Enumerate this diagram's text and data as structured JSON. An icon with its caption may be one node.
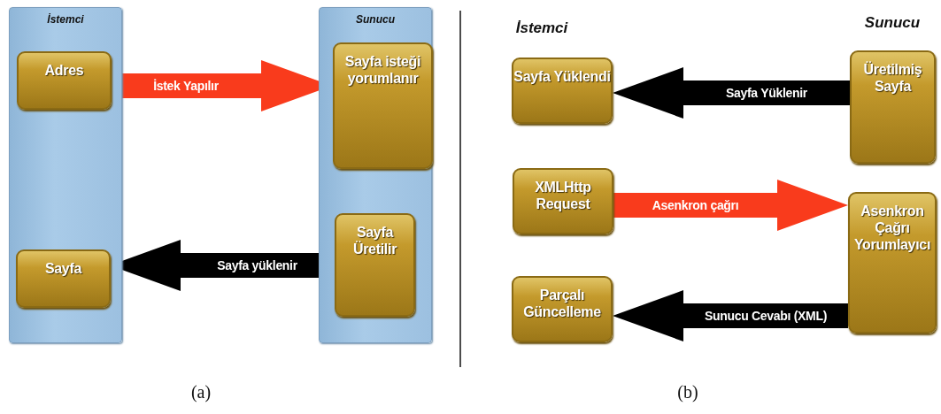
{
  "diagram": {
    "nodes": [
      {
        "text": [
          "İstemci"
        ]
      },
      {
        "text": [
          "Adres"
        ],
        "in": 0
      },
      {
        "text": [
          "Sayfa"
        ],
        "in": 0
      },
      {
        "text": [
          "Sunucu"
        ]
      },
      {
        "text": [
          "Sayfa isteği yorumlanır"
        ],
        "in": 3
      },
      {
        "text": [
          "Sayfa Üretilir"
        ],
        "in": 3
      },
      {
        "text": [
          "Sayfa Yüklendi"
        ]
      },
      {
        "text": [
          "XMLHttp Request"
        ]
      },
      {
        "text": [
          "Parçalı Güncelleme"
        ]
      },
      {
        "text": [
          "Üretilmiş Sayfa"
        ]
      },
      {
        "text": [
          "Asenkron Çağrı Yorumlayıcı"
        ]
      }
    ],
    "edges": [
      {
        "from": 1,
        "to": 4,
        "arrow": "to",
        "label": "İstek Yapılır",
        "color": "#f93b1c"
      },
      {
        "from": 5,
        "to": 2,
        "arrow": "to",
        "label": "Sayfa yüklenir"
      },
      {
        "from": 9,
        "to": 6,
        "arrow": "to",
        "label": "Sayfa Yüklenir"
      },
      {
        "from": 7,
        "to": 10,
        "arrow": "to",
        "label": "Asenkron çağrı",
        "color": "#f93b1c"
      },
      {
        "from": 10,
        "to": 8,
        "arrow": "to",
        "label": "Sunucu Cevabı (XML)"
      }
    ],
    "labels": [
      "İstemci",
      "Sunucu",
      "(a)",
      "(b)"
    ]
  }
}
